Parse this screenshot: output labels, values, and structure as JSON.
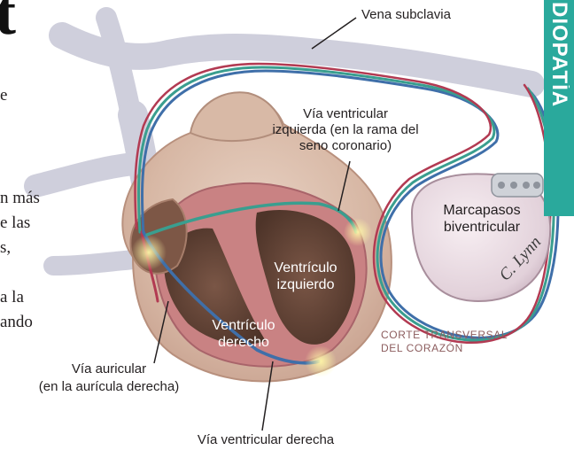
{
  "header": {
    "big_letter": "t"
  },
  "side_tab": {
    "label": "DIOPATÍA"
  },
  "body_text": {
    "line1": "e",
    "line2": "n más",
    "line3": "e las",
    "line4": "s,",
    "line5": "a la",
    "line6": "ando"
  },
  "labels": {
    "vena_subclavia": "Vena subclavia",
    "via_ventricular_izquierda_1": "Vía ventricular",
    "via_ventricular_izquierda_2": "izquierda (en la rama del",
    "via_ventricular_izquierda_3": "seno coronario)",
    "marcapasos_1": "Marcapasos",
    "marcapasos_2": "biventricular",
    "ventriculo_izquierdo_1": "Ventrículo",
    "ventriculo_izquierdo_2": "izquierdo",
    "ventriculo_derecho_1": "Ventrículo",
    "ventriculo_derecho_2": "derecho",
    "corte_1": "CORTE TRANSVERSAL",
    "corte_2": "DEL CORAZÓN",
    "via_auricular_1": "Vía auricular",
    "via_auricular_2": "(en la aurícula derecha)",
    "via_ventricular_derecha": "Vía ventricular derecha"
  },
  "signature": "C. Lynn",
  "colors": {
    "tab": "#2aa99c",
    "lead_blue": "#3f6fa9",
    "lead_teal": "#3a9e8f",
    "lead_red": "#b23a52",
    "heart_outer": "#d9bfae",
    "heart_muscle": "#c77e80",
    "heart_inner": "#6b4a3b",
    "vein": "#c9c9d6"
  }
}
